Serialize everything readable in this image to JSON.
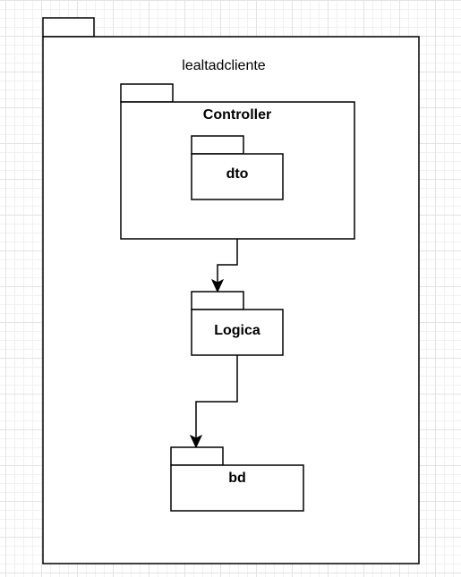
{
  "diagram": {
    "outer_package": {
      "label": "lealtadcliente"
    },
    "controller_package": {
      "label": "Controller"
    },
    "dto_package": {
      "label": "dto"
    },
    "logica_package": {
      "label": "Logica"
    },
    "bd_package": {
      "label": "bd"
    }
  },
  "connectors": [
    {
      "from": "Controller",
      "to": "Logica"
    },
    {
      "from": "Logica",
      "to": "bd"
    }
  ],
  "colors": {
    "stroke": "#000000",
    "fill": "#ffffff",
    "grid": "#e3e3e3"
  }
}
